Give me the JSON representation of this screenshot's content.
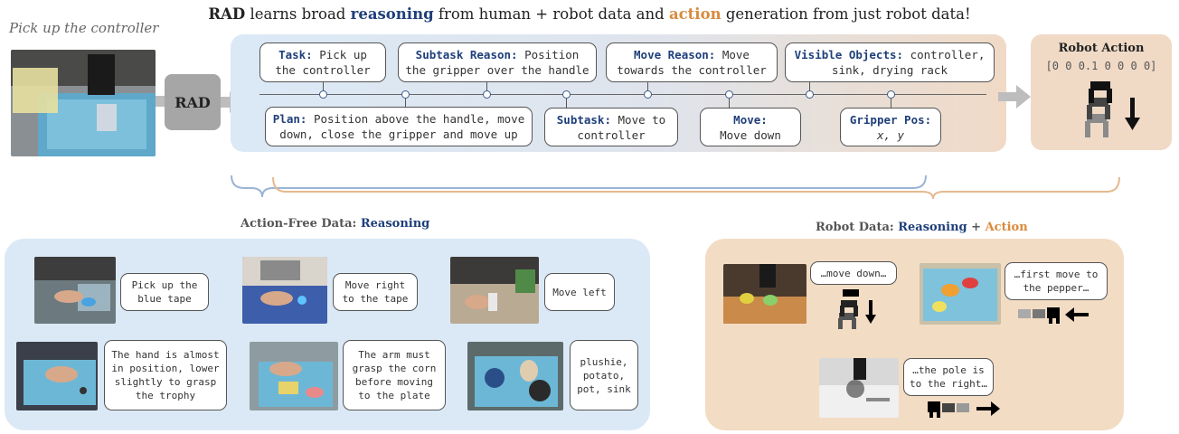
{
  "title": {
    "prefix": "RAD",
    "part1": " learns broad ",
    "reasoning": "reasoning",
    "part2": " from human + robot data and ",
    "action": "action",
    "part3": " generation from just robot data!"
  },
  "instruction": "Pick up the controller",
  "rad_label": "RAD",
  "pipeline": {
    "top": [
      {
        "label": "Task:",
        "text": "Pick up the controller"
      },
      {
        "label": "Subtask Reason:",
        "text": "Position the gripper over the handle"
      },
      {
        "label": "Move Reason:",
        "text": "Move towards the controller"
      },
      {
        "label": "Visible Objects:",
        "text": "controller, sink, drying rack"
      }
    ],
    "bottom": [
      {
        "label": "Plan:",
        "text": "Position above the handle, move down, close the gripper and move up"
      },
      {
        "label": "Subtask:",
        "text": "Move to controller"
      },
      {
        "label": "Move:",
        "text": "Move down"
      },
      {
        "label": "Gripper Pos:",
        "text": "x, y"
      }
    ]
  },
  "robot_action": {
    "title": "Robot Action",
    "vector": "[0 0 0.1 0 0 0 0]"
  },
  "action_free": {
    "title_prefix": "Action-Free Data: ",
    "title_reason": "Reasoning",
    "items": [
      "Pick up the blue tape",
      "Move right to the tape",
      "Move left",
      "The hand is almost in position, lower slightly to grasp the trophy",
      "The arm must grasp the corn before moving to the plate",
      "plushie, potato, pot, sink"
    ]
  },
  "robot_data": {
    "title_prefix": "Robot Data: ",
    "title_reason": "Reasoning",
    "title_plus": " + ",
    "title_action": "Action",
    "items": [
      "…move down…",
      "…first move to the pepper…",
      "…the pole is to the right…"
    ]
  },
  "colors": {
    "reason": "#1f3f7a",
    "action": "#d98a3d",
    "blue_panel": "#dbe9f6",
    "peach_panel": "#f3dcc4"
  }
}
